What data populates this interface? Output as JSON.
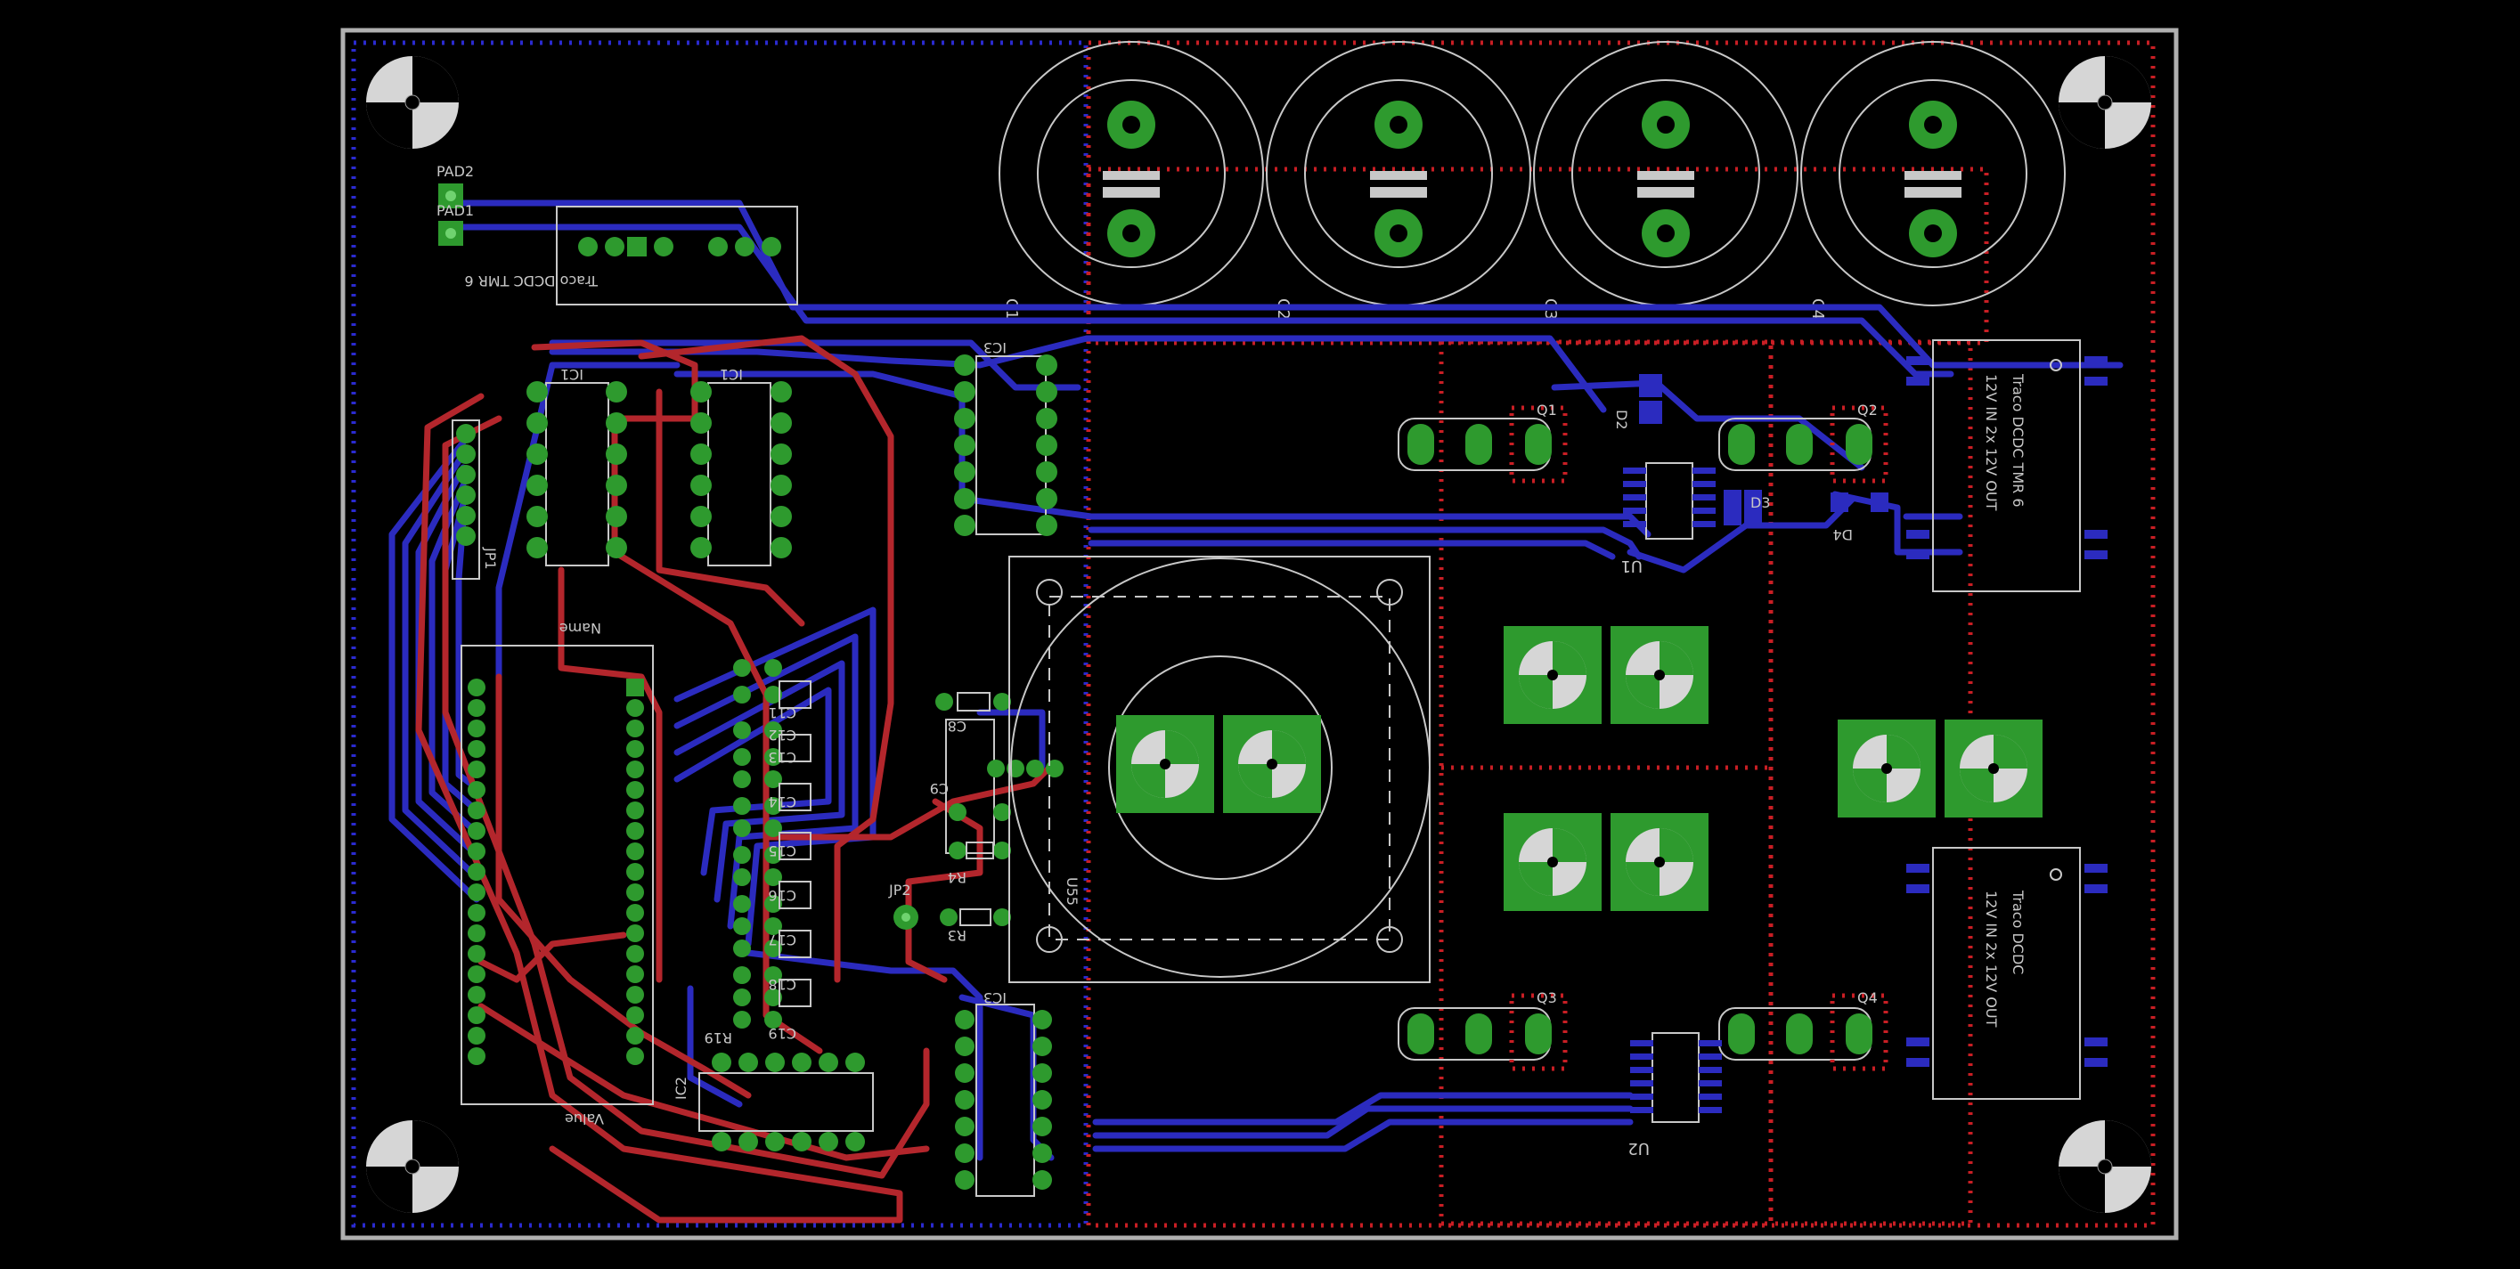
{
  "app": {
    "title": "PCB Board Layout"
  },
  "colors": {
    "background": "#000000",
    "top_copper": "#b3262c",
    "bottom_copper": "#2b2bbf",
    "pads": "#2e9a2e",
    "silkscreen": "#c8c8c8",
    "outline": "#b0b0b0"
  },
  "labels": {
    "pad2": "PAD2",
    "pad1": "PAD1",
    "dcdc_tmr": "Traco DCDC TMR 6",
    "c1": "C1",
    "c2": "C2",
    "c3": "C3",
    "c4": "C4",
    "ic1a": "IC1",
    "ic1b": "IC1",
    "ic3": "IC3",
    "ic3b": "IC3",
    "ic2": "IC2",
    "jp1": "JP1",
    "jp2": "JP2",
    "name": "Name",
    "value": "Value",
    "c8": "C8",
    "c9": "C9",
    "r4": "R4",
    "r3": "R3",
    "c11": "C11",
    "c12": "C12",
    "c13": "C13",
    "c14": "C14",
    "c15": "C15",
    "c16": "C16",
    "c17": "C17",
    "c18": "C18",
    "c19": "C19",
    "r19": "R19",
    "u55": "U55",
    "q1": "Q1",
    "q2": "Q2",
    "q3": "Q3",
    "q4": "Q4",
    "d2": "D2",
    "d3": "D3",
    "d4": "D4",
    "u1": "U1",
    "u2": "U2",
    "dcdc_top": "Traco DCDC TMR 6",
    "dcdc_1": "12V IN 2x 12V OUT",
    "dcdc_2": "Traco DCDC",
    "dcdc_3": "12V IN 2x 12V OUT"
  }
}
